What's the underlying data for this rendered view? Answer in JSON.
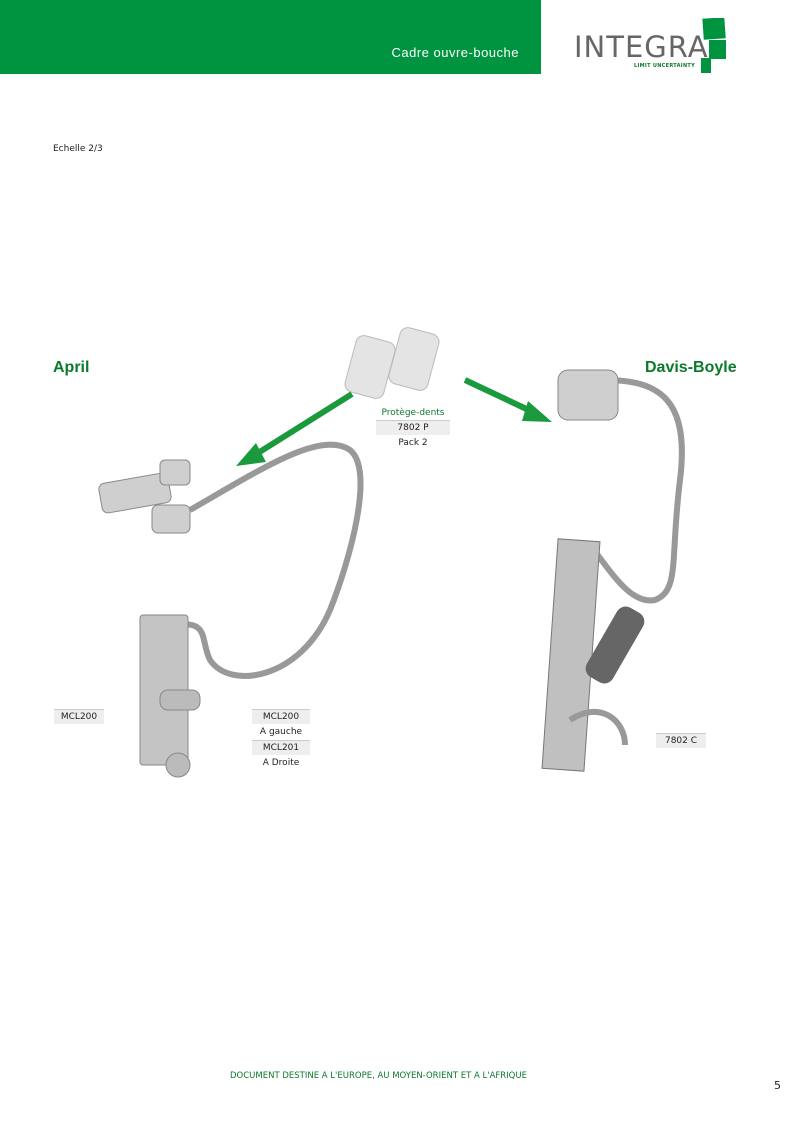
{
  "header": {
    "title": "Cadre ouvre-bouche",
    "logo_text": "INTEGRA",
    "logo_tagline": "LIMIT UNCERTAINTY"
  },
  "scale_note": "Echelle 2/3",
  "products": {
    "april": {
      "name": "April",
      "ref_left": "MCL200",
      "refs": [
        {
          "code": "MCL200",
          "side": "A gauche"
        },
        {
          "code": "MCL201",
          "side": "A Droite"
        }
      ]
    },
    "davis_boyle": {
      "name": "Davis-Boyle",
      "ref": "7802 C"
    },
    "teeth_guard": {
      "name": "Protège-dents",
      "ref": "7802 P",
      "pack": "Pack 2"
    }
  },
  "footer": {
    "text": "DOCUMENT DESTINE A L'EUROPE, AU MOYEN-ORIENT ET A L'AFRIQUE",
    "page_number": "5"
  },
  "colors": {
    "brand_green": "#009440",
    "text_green": "#0a7a2a"
  }
}
